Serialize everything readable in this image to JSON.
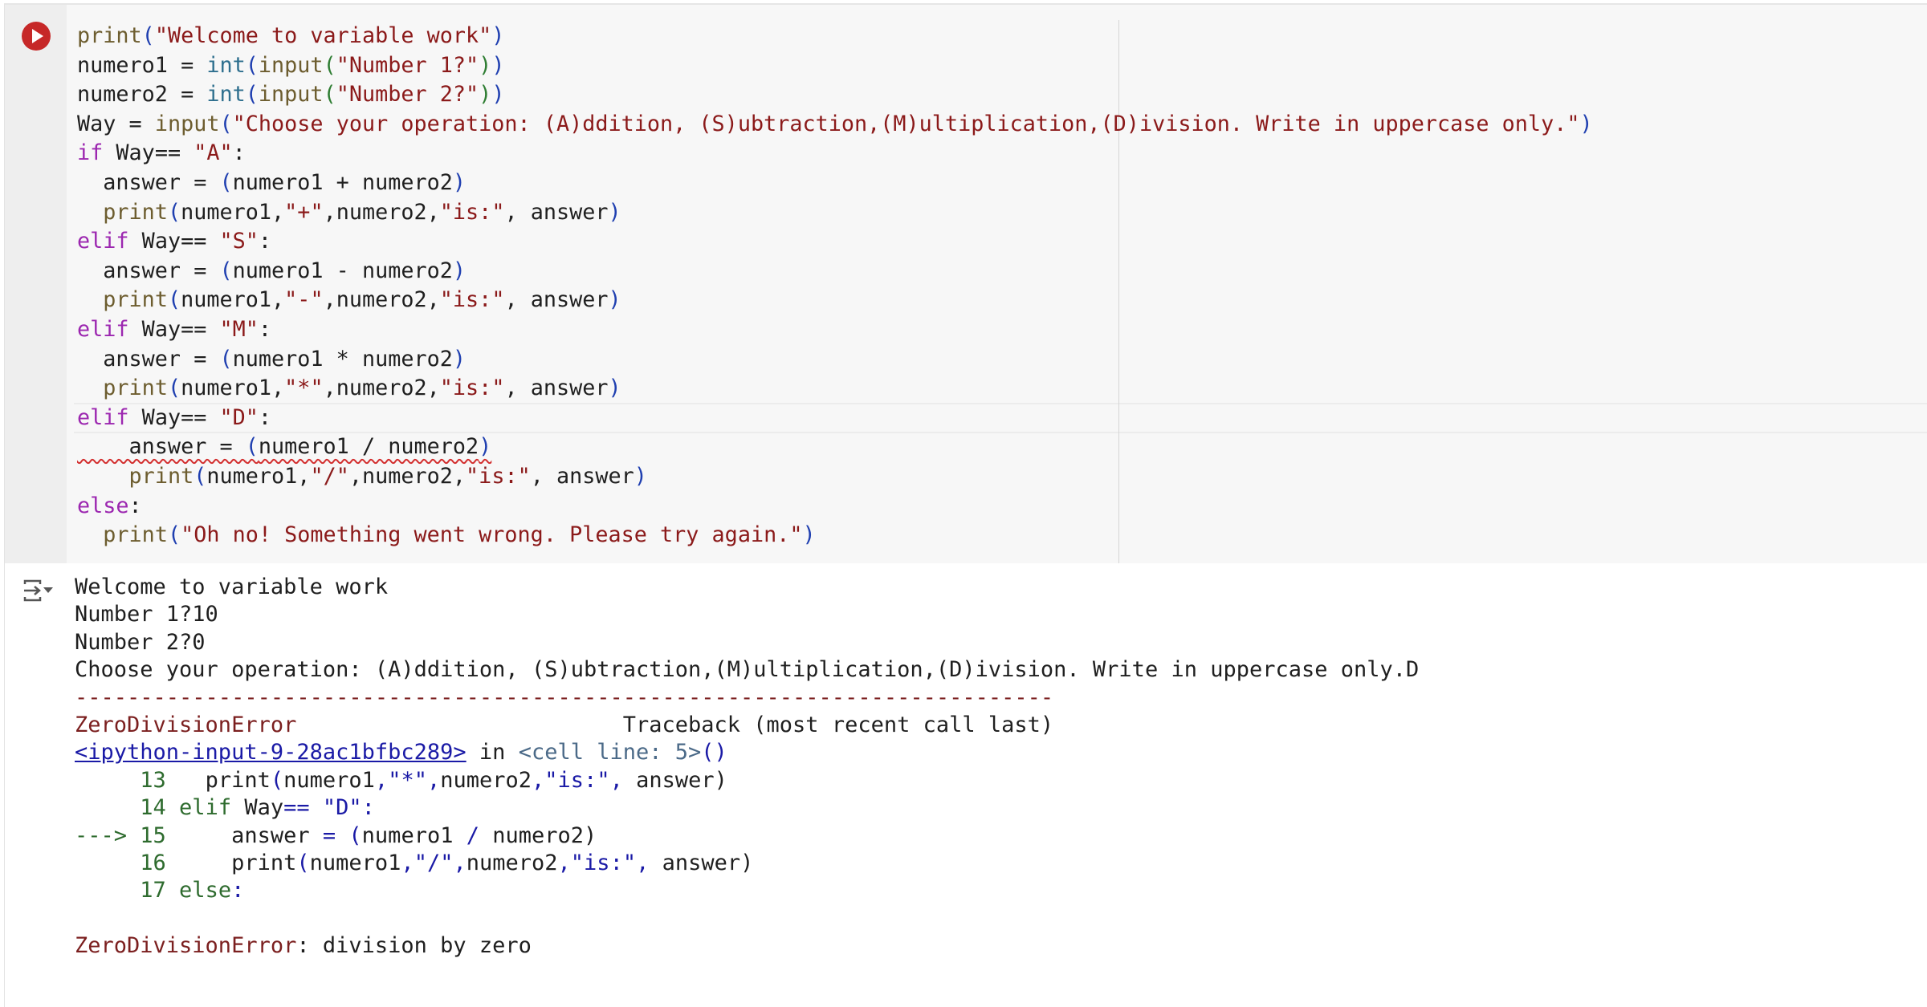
{
  "cell": {
    "run_button_label": "Run cell",
    "run_icon": "play-icon",
    "output_icon": "output-collapse-icon",
    "colors": {
      "run_button": "#c62828",
      "input_bg": "#f7f7f7",
      "gutter_bg": "#eeeeee",
      "keyword": "#9c27b0",
      "string": "#8b1a1a",
      "error": "#7b1f1f",
      "link": "#1a1aa6",
      "traceback_lineno": "#2e6b2e"
    },
    "code": {
      "l1": {
        "a": "print",
        "b": "(",
        "c": "\"Welcome to variable work\"",
        "d": ")"
      },
      "l2": {
        "a": "numero1 = ",
        "b": "int",
        "c": "(",
        "d": "input",
        "e": "(",
        "f": "\"Number 1?\"",
        "g": ")",
        "h": ")"
      },
      "l3": {
        "a": "numero2 = ",
        "b": "int",
        "c": "(",
        "d": "input",
        "e": "(",
        "f": "\"Number 2?\"",
        "g": ")",
        "h": ")"
      },
      "l4": {
        "a": "Way = ",
        "b": "input",
        "c": "(",
        "d": "\"Choose your operation: (A)ddition, (S)ubtraction,(M)ultiplication,(D)ivision. Write in uppercase only.\"",
        "e": ")"
      },
      "l5": {
        "a": "if",
        "b": " Way== ",
        "c": "\"A\"",
        "d": ":"
      },
      "l6": {
        "a": "  answer = ",
        "b": "(",
        "c": "numero1 + numero2",
        "d": ")"
      },
      "l7": {
        "a": "  ",
        "b": "print",
        "c": "(",
        "d": "numero1,",
        "e": "\"+\"",
        "f": ",numero2,",
        "g": "\"is:\"",
        "h": ", answer",
        "i": ")"
      },
      "l8": {
        "a": "elif",
        "b": " Way== ",
        "c": "\"S\"",
        "d": ":"
      },
      "l9": {
        "a": "  answer = ",
        "b": "(",
        "c": "numero1 - numero2",
        "d": ")"
      },
      "l10": {
        "a": "  ",
        "b": "print",
        "c": "(",
        "d": "numero1,",
        "e": "\"-\"",
        "f": ",numero2,",
        "g": "\"is:\"",
        "h": ", answer",
        "i": ")"
      },
      "l11": {
        "a": "elif",
        "b": " Way== ",
        "c": "\"M\"",
        "d": ":"
      },
      "l12": {
        "a": "  answer = ",
        "b": "(",
        "c": "numero1 * numero2",
        "d": ")"
      },
      "l13": {
        "a": "  ",
        "b": "print",
        "c": "(",
        "d": "numero1,",
        "e": "\"*\"",
        "f": ",numero2,",
        "g": "\"is:\"",
        "h": ", answer",
        "i": ")"
      },
      "l14": {
        "a": "elif",
        "b": " Way== ",
        "c": "\"D\"",
        "d": ":"
      },
      "l15": {
        "a": "    answer = ",
        "b": "(",
        "c": "numero1 / numero2",
        "d": ")"
      },
      "l16": {
        "a": "    ",
        "b": "print",
        "c": "(",
        "d": "numero1,",
        "e": "\"/\"",
        "f": ",numero2,",
        "g": "\"is:\"",
        "h": ", answer",
        "i": ")"
      },
      "l17": {
        "a": "else",
        "b": ":"
      },
      "l18": {
        "a": "  ",
        "b": "print",
        "c": "(",
        "d": "\"Oh no! Something went wrong. Please try again.\"",
        "e": ")"
      }
    },
    "output": {
      "stdout": [
        "Welcome to variable work",
        "Number 1?10",
        "Number 2?0",
        "Choose your operation: (A)ddition, (S)ubtraction,(M)ultiplication,(D)ivision. Write in uppercase only.D"
      ],
      "dashes": "---------------------------------------------------------------------------",
      "error_name": "ZeroDivisionError",
      "traceback_header": "                         Traceback (most recent call last)",
      "input_link": "<ipython-input-9-28ac1bfbc289>",
      "in_word": " in ",
      "cell_ref": "<cell line: 5>",
      "cell_ref_parens": "()",
      "tb": {
        "l13": {
          "no": "     13",
          "sp": "   ",
          "fn": "print",
          "p": "(",
          "a": "numero1",
          "c1": ",",
          "s1": "\"*\"",
          "c2": ",",
          "b": "numero2",
          "c3": ",",
          "s2": "\"is:\"",
          "c4": ",",
          "r": " answer)"
        },
        "l14": {
          "no": "     14",
          "kw": " elif",
          "a": " Way",
          "op": "==",
          "s": " \"D\"",
          "e": ":"
        },
        "l15": {
          "arrow": "---> 15",
          "sp": "     ",
          "a": "answer ",
          "op": "=",
          "sp2": " ",
          "p": "(",
          "b": "numero1 ",
          "op2": "/",
          "c": " numero2)"
        },
        "l16": {
          "no": "     16",
          "sp": "     ",
          "fn": "print",
          "p": "(",
          "a": "numero1",
          "c1": ",",
          "s1": "\"/\"",
          "c2": ",",
          "b": "numero2",
          "c3": ",",
          "s2": "\"is:\"",
          "c4": ",",
          "r": " answer)"
        },
        "l17": {
          "no": "     17",
          "kw": " else",
          "e": ":"
        }
      },
      "final_error_name": "ZeroDivisionError",
      "final_error_msg": ": division by zero"
    }
  }
}
